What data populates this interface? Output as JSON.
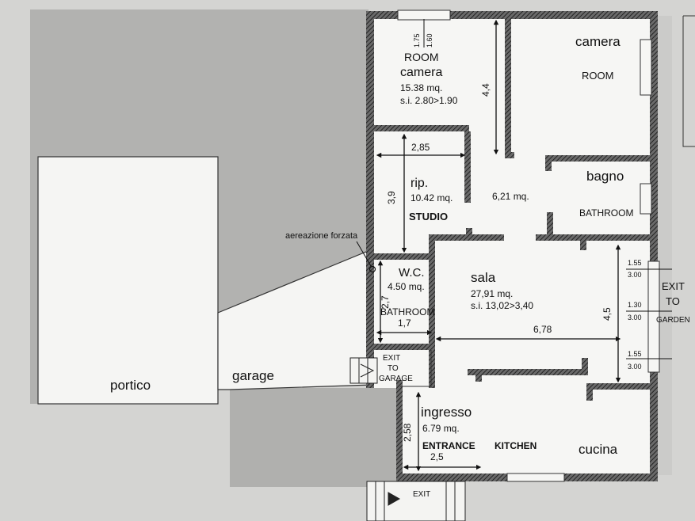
{
  "rooms": {
    "camera1": {
      "label_en": "ROOM",
      "label_it": "camera",
      "area": "15.38 mq.",
      "height": "s.i. 2.80>1.90"
    },
    "camera2": {
      "label_it": "camera",
      "label_en": "ROOM"
    },
    "rip": {
      "label_it": "rip.",
      "area": "10.42 mq.",
      "label_en": "STUDIO"
    },
    "corridor": {
      "area": "6,21 mq."
    },
    "bagno": {
      "label_it": "bagno",
      "label_en": "BATHROOM"
    },
    "wc": {
      "label_it": "W.C.",
      "area": "4.50 mq.",
      "label_en": "BATHROOM"
    },
    "sala": {
      "label_it": "sala",
      "area": "27,91 mq.",
      "height": "s.i. 13,02>3,40"
    },
    "ingresso": {
      "label_it": "ingresso",
      "area": "6.79 mq.",
      "label_en": "ENTRANCE"
    },
    "kitchen": {
      "label_en": "KITCHEN",
      "label_it": "cucina"
    },
    "portico": {
      "label_it": "portico"
    },
    "garage": {
      "label_it": "garage"
    }
  },
  "dims": {
    "w285": "2,85",
    "h39": "3,9",
    "h44": "4,4",
    "h27": "2,7",
    "w17": "1,7",
    "w678": "6,78",
    "h45": "4,5",
    "h258": "2,58",
    "w25": "2,5",
    "win_top_a": "1.75",
    "win_top_b": "1.60"
  },
  "windows_right": [
    {
      "a": "1.55",
      "b": "3.00"
    },
    {
      "a": "1.30",
      "b": "3.00"
    },
    {
      "a": "1.55",
      "b": "3.00"
    }
  ],
  "exits": {
    "garden_1": "EXIT",
    "garden_2": "TO",
    "garden_3": "GARDEN",
    "garage_1": "EXIT",
    "garage_2": "TO",
    "garage_3": "GARAGE",
    "main": "EXIT"
  },
  "notes": {
    "ventilation": "aereazione forzata"
  },
  "colors": {
    "paper": "#d4d4d2",
    "floor": "#f4f4f2",
    "wall": "#2b2b2b",
    "shade": "#b2b2b0"
  }
}
